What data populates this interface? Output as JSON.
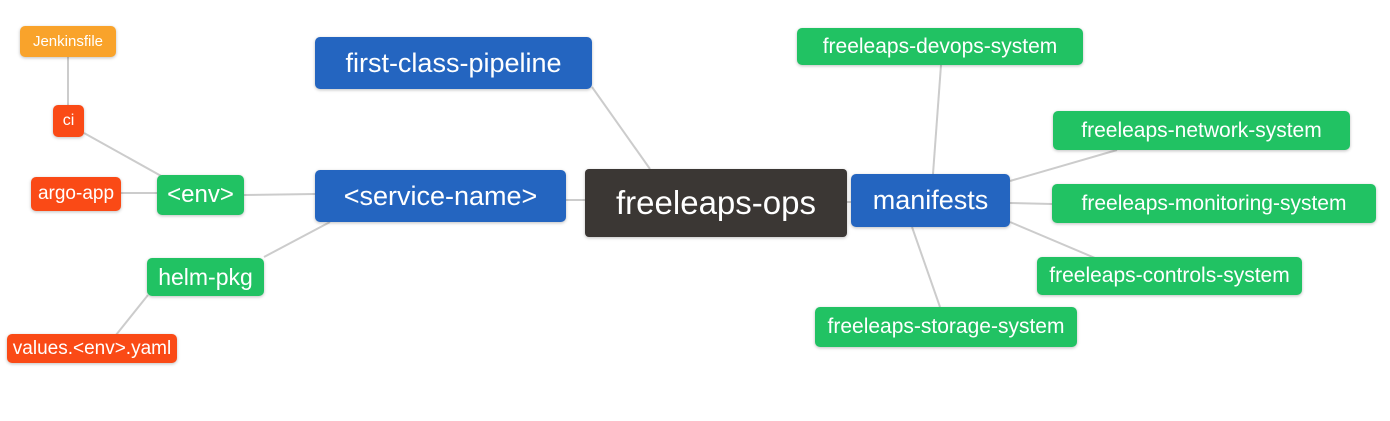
{
  "diagram": {
    "type": "mindmap",
    "root_label": "freeleaps-ops"
  },
  "colors": {
    "blue": "#2465c0",
    "green": "#21c263",
    "red": "#fa4a16",
    "orange": "#f9a32b",
    "dark": "#3b3734",
    "edge": "#cccccc",
    "node_text": "#ffffff",
    "background": "#ffffff"
  },
  "nodes": {
    "jenkinsfile": {
      "label": "Jenkinsfile",
      "color": "orange"
    },
    "ci": {
      "label": "ci",
      "color": "red"
    },
    "argo_app": {
      "label": "argo-app",
      "color": "red"
    },
    "env": {
      "label": "<env>",
      "color": "green"
    },
    "helm_pkg": {
      "label": "helm-pkg",
      "color": "green"
    },
    "values_env_yaml": {
      "label": "values.<env>.yaml",
      "color": "red"
    },
    "first_class_pipeline": {
      "label": "first-class-pipeline",
      "color": "blue"
    },
    "service_name": {
      "label": "<service-name>",
      "color": "blue"
    },
    "freeleaps_ops": {
      "label": "freeleaps-ops",
      "color": "dark"
    },
    "manifests": {
      "label": "manifests",
      "color": "blue"
    },
    "devops_system": {
      "label": "freeleaps-devops-system",
      "color": "green"
    },
    "network_system": {
      "label": "freeleaps-network-system",
      "color": "green"
    },
    "monitoring_system": {
      "label": "freeleaps-monitoring-system",
      "color": "green"
    },
    "controls_system": {
      "label": "freeleaps-controls-system",
      "color": "green"
    },
    "storage_system": {
      "label": "freeleaps-storage-system",
      "color": "green"
    }
  },
  "edges": [
    {
      "from": "jenkinsfile",
      "to": "ci"
    },
    {
      "from": "ci",
      "to": "env"
    },
    {
      "from": "argo_app",
      "to": "env"
    },
    {
      "from": "env",
      "to": "service_name"
    },
    {
      "from": "helm_pkg",
      "to": "service_name"
    },
    {
      "from": "values_env_yaml",
      "to": "helm_pkg"
    },
    {
      "from": "first_class_pipeline",
      "to": "freeleaps_ops"
    },
    {
      "from": "service_name",
      "to": "freeleaps_ops"
    },
    {
      "from": "freeleaps_ops",
      "to": "manifests"
    },
    {
      "from": "manifests",
      "to": "devops_system"
    },
    {
      "from": "manifests",
      "to": "network_system"
    },
    {
      "from": "manifests",
      "to": "monitoring_system"
    },
    {
      "from": "manifests",
      "to": "controls_system"
    },
    {
      "from": "manifests",
      "to": "storage_system"
    }
  ]
}
